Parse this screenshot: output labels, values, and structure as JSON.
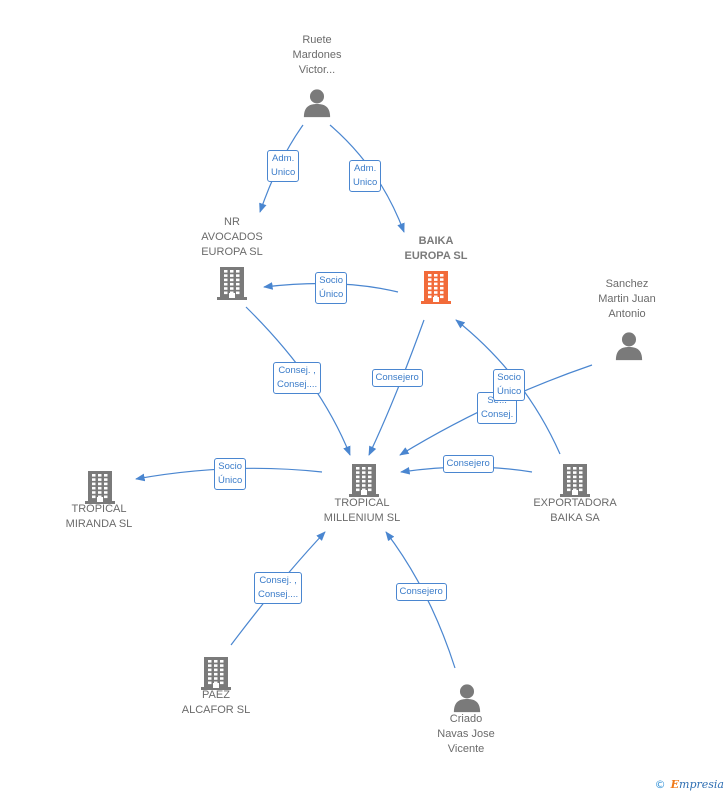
{
  "nodes": [
    {
      "id": "ruete",
      "label": "Ruete\nMardones\nVictor...",
      "icon": "person-icon"
    },
    {
      "id": "nr",
      "label": "NR\nAVOCADOS\nEUROPA  SL",
      "icon": "building-icon"
    },
    {
      "id": "baika",
      "label": "BAIKA\nEUROPA  SL",
      "icon": "building-icon",
      "highlight": true
    },
    {
      "id": "sanchez",
      "label": "Sanchez\nMartin Juan\nAntonio",
      "icon": "person-icon"
    },
    {
      "id": "tropical_mil",
      "label": "TROPICAL\nMILLENIUM SL",
      "icon": "building-icon"
    },
    {
      "id": "tropical_mir",
      "label": "TROPICAL\nMIRANDA  SL",
      "icon": "building-icon"
    },
    {
      "id": "exportadora",
      "label": "EXPORTADORA\nBAIKA SA",
      "icon": "building-icon"
    },
    {
      "id": "paez",
      "label": "PAEZ\nALCAFOR  SL",
      "icon": "building-icon"
    },
    {
      "id": "criado",
      "label": "Criado\nNavas Jose\nVicente",
      "icon": "person-icon"
    }
  ],
  "edges": [
    {
      "from": "ruete",
      "to": "nr",
      "label": "Adm.\nUnico"
    },
    {
      "from": "ruete",
      "to": "baika",
      "label": "Adm.\nUnico"
    },
    {
      "from": "baika",
      "to": "nr",
      "label": "Socio\nÚnico"
    },
    {
      "from": "nr",
      "to": "tropical_mil",
      "label": "Consej. ,\nConsej...."
    },
    {
      "from": "baika",
      "to": "tropical_mil",
      "label": "Consejero"
    },
    {
      "from": "sanchez",
      "to": "tropical_mil",
      "label": "Se...\nConsej."
    },
    {
      "from": "exportadora",
      "to": "baika",
      "label": "Socio\nÚnico"
    },
    {
      "from": "exportadora",
      "to": "tropical_mil",
      "label": "Consejero"
    },
    {
      "from": "tropical_mil",
      "to": "tropical_mir",
      "label": "Socio\nÚnico"
    },
    {
      "from": "paez",
      "to": "tropical_mil",
      "label": "Consej. ,\nConsej...."
    },
    {
      "from": "criado",
      "to": "tropical_mil",
      "label": "Consejero"
    }
  ],
  "colors": {
    "edge": "#4a86d0",
    "node_icon": "#7a7a7a",
    "highlight_icon": "#f26b3a"
  },
  "brand": {
    "copyright": "©",
    "first_letter": "E",
    "rest": "mpresia"
  }
}
